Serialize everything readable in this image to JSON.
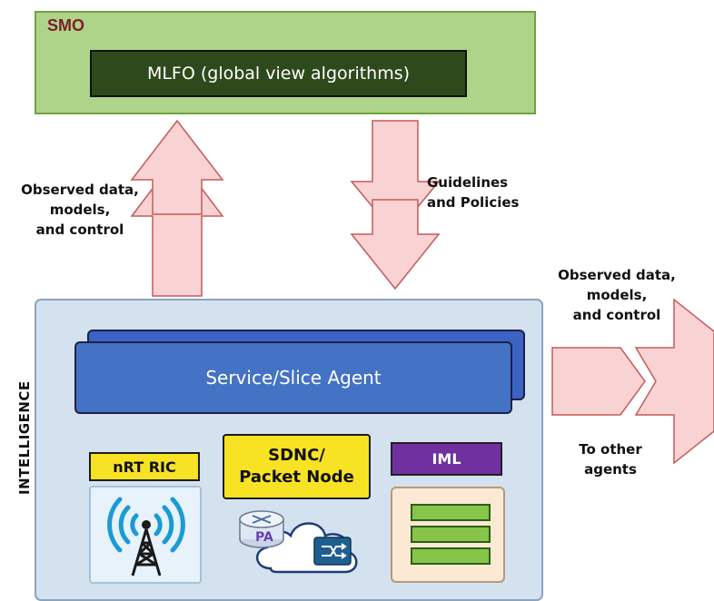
{
  "smo": {
    "label": "SMO",
    "mlfo_label": "MLFO (global view algorithms)"
  },
  "up_arrow_label": [
    "Observed data,",
    "models,",
    "and control"
  ],
  "down_arrow_label": [
    "Guidelines",
    "and Policies"
  ],
  "right_arrow_top_label": [
    "Observed data,",
    "models,",
    "and control"
  ],
  "right_arrow_bottom_label": [
    "To other",
    "agents"
  ],
  "intelligence": {
    "label": "INTELLIGENCE",
    "agent_label": "Service/Slice Agent",
    "nrt_ric_label": "nRT RIC",
    "sdnc_label": [
      "SDNC/",
      "Packet Node"
    ],
    "iml_label": "IML",
    "router_badge": "PA"
  },
  "colors": {
    "smo_fill": "#aed48a",
    "mlfo_fill": "#2e4a1c",
    "arrow_fill": "#f9d3d3",
    "arrow_stroke": "#c55a5a",
    "agent_fill": "#4472c4",
    "highlight_yellow": "#f7e224",
    "iml_purple": "#7030a0"
  }
}
